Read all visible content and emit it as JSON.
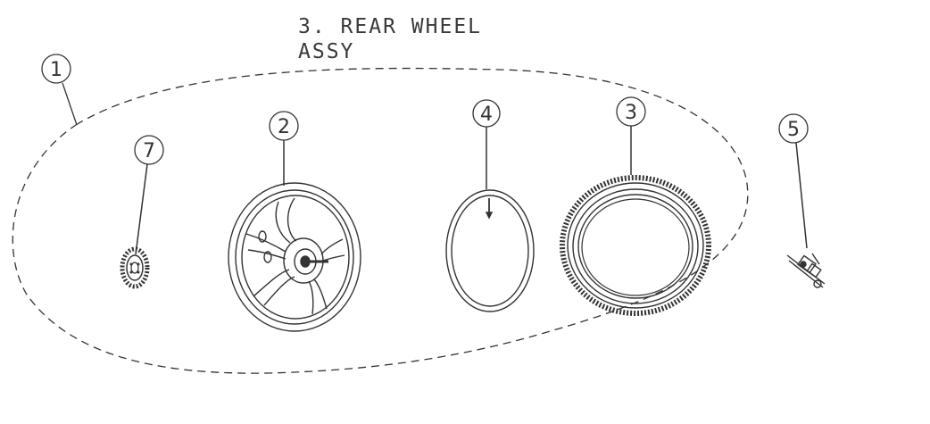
{
  "title": {
    "line1": "3. REAR WHEEL",
    "line2": "ASSY"
  },
  "callouts": {
    "assembly": "1",
    "rim": "2",
    "tire": "3",
    "tube": "4",
    "valve": "5",
    "sprocket": "7"
  },
  "colors": {
    "line": "#333333",
    "background": "#ffffff"
  }
}
